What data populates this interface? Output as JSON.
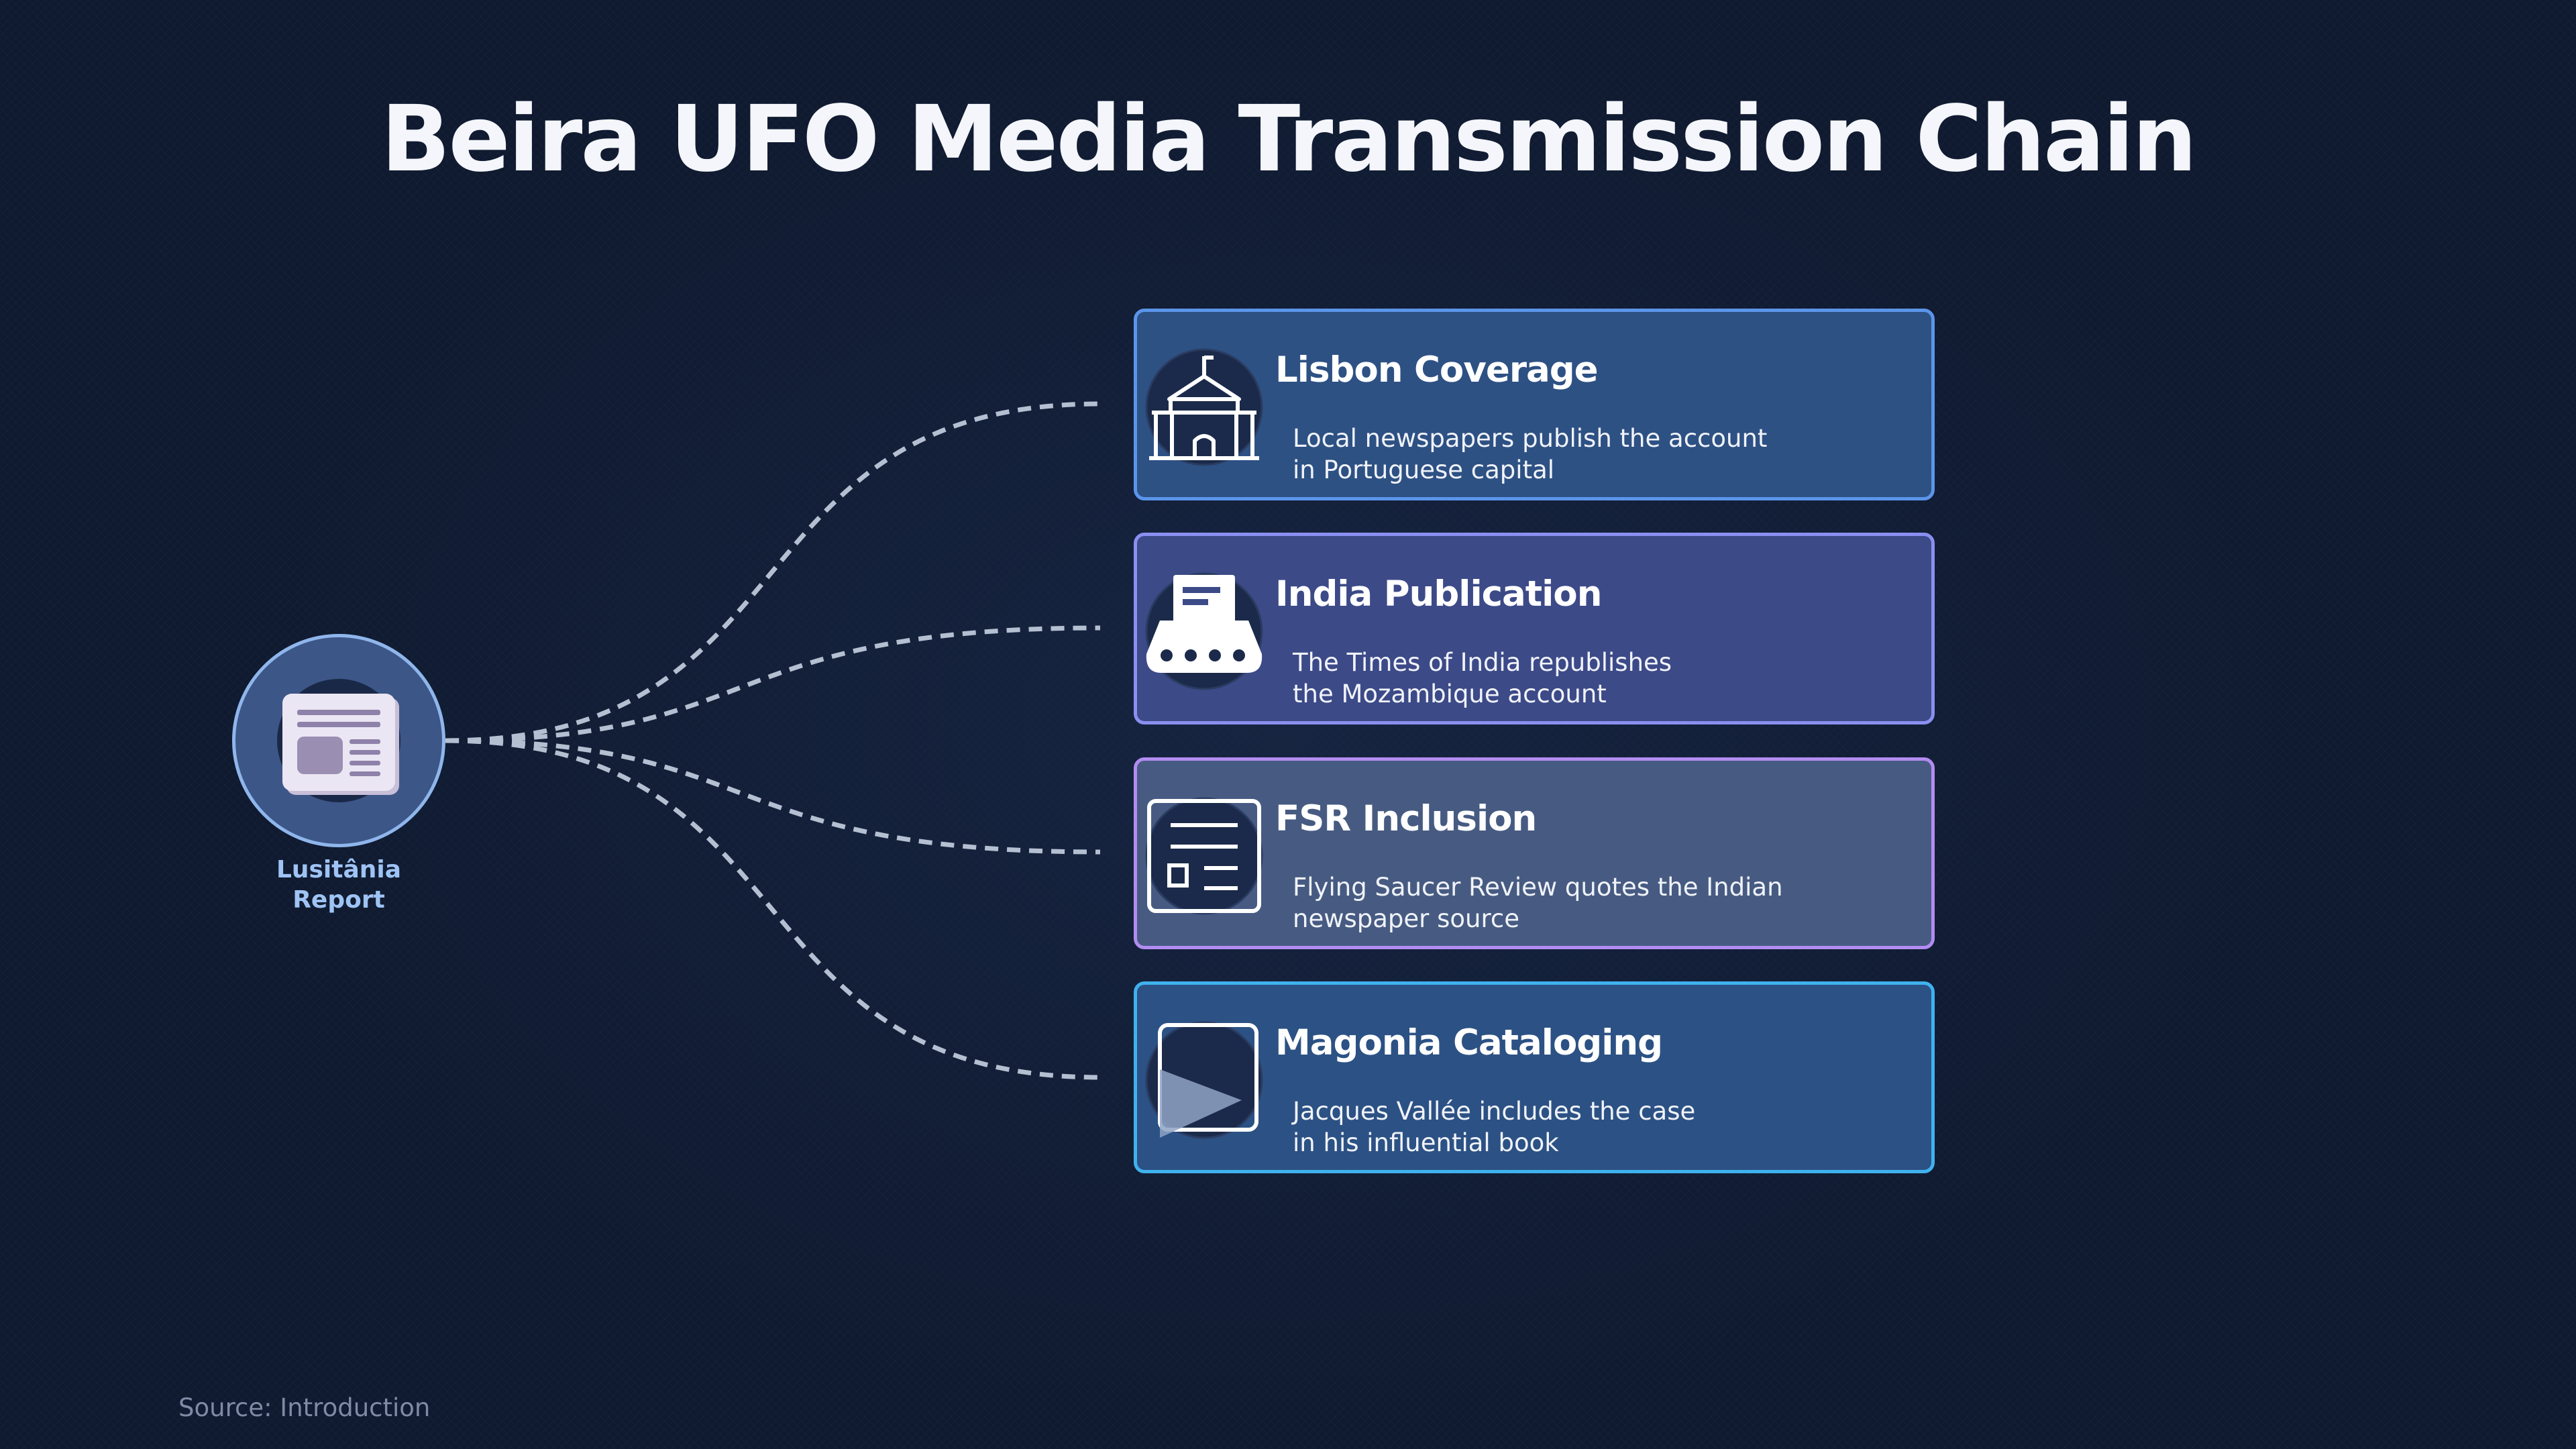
{
  "title": "Beira UFO Media Transmission Chain",
  "hub": {
    "label_line1": "Lusitânia",
    "label_line2": "Report",
    "icon": "newspaper-icon"
  },
  "colors": {
    "background": "#0f1a30",
    "connector": "#b4bfd1",
    "hub_fill": "#3c5687",
    "hub_border": "#8fb6ec"
  },
  "nodes": [
    {
      "title": "Lisbon Coverage",
      "desc_line1": "Local newspapers publish the account",
      "desc_line2": "in Portuguese capital",
      "icon": "building-icon",
      "fill": "#2e5184",
      "border": "#5b95ea"
    },
    {
      "title": "India Publication",
      "desc_line1": "The Times of India republishes",
      "desc_line2": "the Mozambique account",
      "icon": "typewriter-icon",
      "fill": "#3d4a88",
      "border": "#8a8ff0"
    },
    {
      "title": "FSR Inclusion",
      "desc_line1": "Flying Saucer Review quotes the Indian",
      "desc_line2": "newspaper source",
      "icon": "magazine-icon",
      "fill": "#475b82",
      "border": "#b28cf0"
    },
    {
      "title": "Magonia Cataloging",
      "desc_line1": "Jacques Vallée includes the case",
      "desc_line2": "in his influential book",
      "icon": "book-icon",
      "fill": "#2c5184",
      "border": "#3fb2ee"
    }
  ],
  "source": "Source: Introduction"
}
